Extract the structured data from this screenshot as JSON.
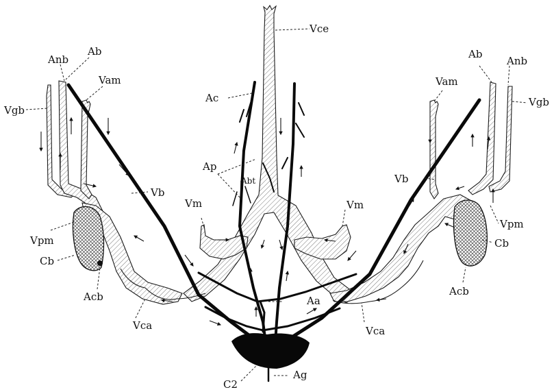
{
  "figure": {
    "labels": {
      "vce": "Vce",
      "ac": "Ac",
      "ap": "Ap",
      "abt": "Abt",
      "vm_left": "Vm",
      "vm_right": "Vm",
      "aa": "Aa",
      "ag": "Ag",
      "c2": "C2",
      "vca_left": "Vca",
      "vca_right": "Vca",
      "anb_left": "Anb",
      "ab_left": "Ab",
      "vam_left": "Vam",
      "vgb_left": "Vgb",
      "vb_left": "Vb",
      "vpm_left": "Vpm",
      "cb_left": "Cb",
      "acb_left": "Acb",
      "ab_right": "Ab",
      "anb_right": "Anb",
      "vam_right": "Vam",
      "vgb_right": "Vgb",
      "vb_right": "Vb",
      "vpm_right": "Vpm",
      "cb_right": "Cb",
      "acb_right": "Acb"
    },
    "colors": {
      "ink": "#111111",
      "paper": "#ffffff"
    }
  }
}
